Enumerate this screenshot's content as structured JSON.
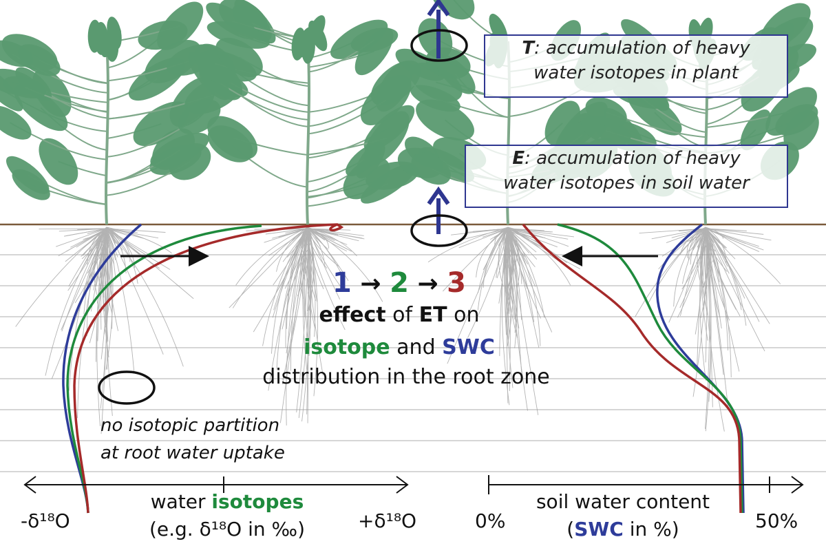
{
  "boxes": {
    "transpiration": {
      "symbol": "T",
      "line1": ": accumulation of heavy",
      "line2": "water isotopes in plant"
    },
    "evaporation": {
      "symbol": "E",
      "line1": ": accumulation of heavy",
      "line2": "water isotopes in soil water"
    }
  },
  "center": {
    "n1": "1",
    "n2": "2",
    "n3": "3",
    "effect": "effect",
    "of": "of",
    "et": "ET",
    "on": "on",
    "isotope": "isotope",
    "and": "and",
    "swc": "SWC",
    "distribution": "distribution in the root zone"
  },
  "annotation": {
    "line1": "no isotopic partition",
    "line2": "at root water uptake"
  },
  "axis_left": {
    "label_pre": "water",
    "label_bold": "isotopes",
    "sublabel": "(e.g. δ¹⁸O in ‰)",
    "min": "-δ¹⁸O",
    "max": "+δ¹⁸O"
  },
  "axis_right": {
    "label": "soil water content",
    "sub_open": "(",
    "sub_bold": "SWC",
    "sub_close": " in %)",
    "min": "0%",
    "max": "50%"
  },
  "colors": {
    "curve1": "#2e3c9a",
    "curve2": "#1e8a3c",
    "curve3": "#a52a2a",
    "leaf": "#5a9a70",
    "soil_line": "#7a5a3a",
    "box_border": "#2e3690"
  }
}
